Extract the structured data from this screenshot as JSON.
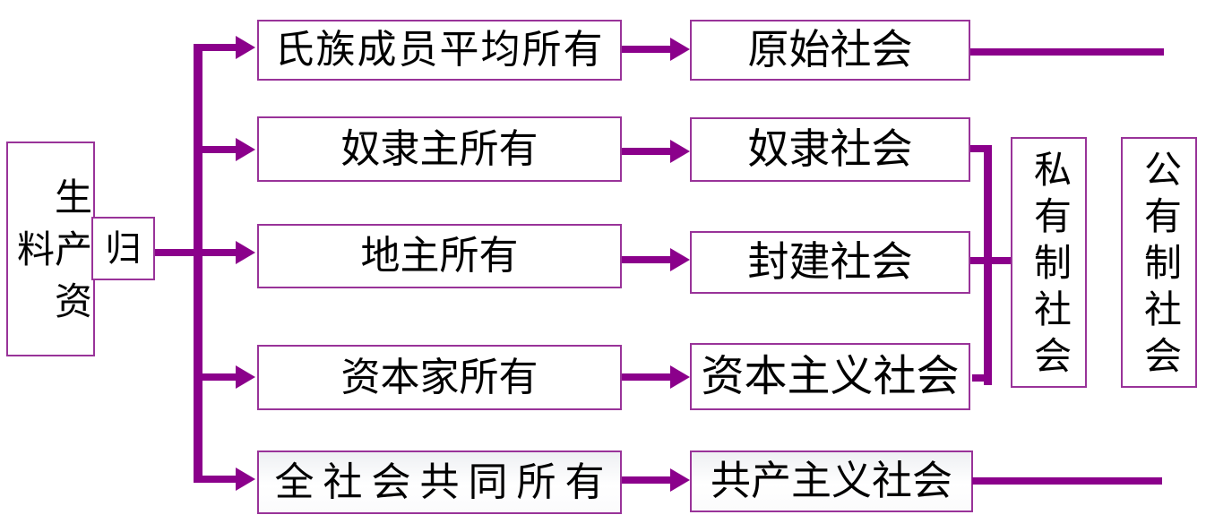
{
  "diagram": {
    "root": {
      "label": "生产资料"
    },
    "connector": {
      "label": "归"
    },
    "rows": [
      {
        "owner": "氏族成员平均所有",
        "society": "原始社会"
      },
      {
        "owner": "奴隶主所有",
        "society": "奴隶社会"
      },
      {
        "owner": "地主所有",
        "society": "封建社会"
      },
      {
        "owner": "资本家所有",
        "society": "资本主义社会"
      },
      {
        "owner": "全社会共同所有",
        "society": "共产主义社会"
      }
    ],
    "groups": {
      "private": {
        "label": "私有制社会"
      },
      "public": {
        "label": "公有制社会"
      }
    },
    "colors": {
      "line": "#8B008B",
      "box_border": "#993399",
      "text": "#000000"
    }
  }
}
